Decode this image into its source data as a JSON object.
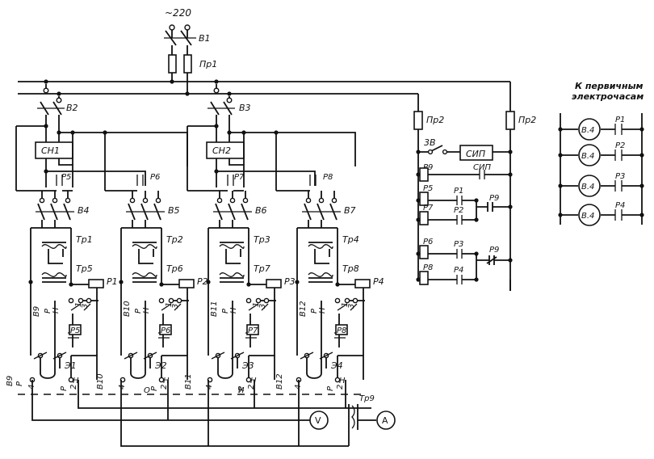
{
  "supply": {
    "voltage": "~220",
    "switch": "B1",
    "fuse": "Пр1"
  },
  "main_switches": [
    "B2",
    "B3"
  ],
  "stabilizers": [
    "CH1",
    "CH2"
  ],
  "group_switches": [
    "B4",
    "B5",
    "B6",
    "B7"
  ],
  "transformers_upper": [
    "Тр1",
    "Тр2",
    "Тр3",
    "Тр4"
  ],
  "transformers_lower": [
    "Тр5",
    "Тр6",
    "Тр7",
    "Тр8"
  ],
  "relays": [
    "P1",
    "P2",
    "P3",
    "P4"
  ],
  "relay_contacts_top": [
    "P5",
    "P6",
    "P7",
    "P8"
  ],
  "relay_contacts_bottom": [
    "P5",
    "P6",
    "P7",
    "P8"
  ],
  "selector_switches": [
    "B9",
    "B10",
    "B11",
    "B12"
  ],
  "rn_labels": [
    "Р",
    "Н"
  ],
  "terminal_labels": [
    "1",
    "3",
    "1",
    "2",
    "4"
  ],
  "clocks": [
    "Э1",
    "Э2",
    "Э3",
    "Э4"
  ],
  "bottom_switches": [
    "B9",
    "B10",
    "B11",
    "B12"
  ],
  "bottom_rn": [
    "Р",
    "Н"
  ],
  "bottom_extra": {
    "o_label": "О",
    "i_label": "И"
  },
  "meters": {
    "voltmeter": "V",
    "ammeter": "A",
    "transformer": "Тр9"
  },
  "signal_circuit": {
    "fuses": [
      "Пр2",
      "Пр2"
    ],
    "switch": "3B",
    "device": "СИП",
    "device_contact": "СИП",
    "relay_main": "P9",
    "relay_coils": [
      "P5",
      "P7",
      "P6",
      "P8"
    ],
    "contacts": [
      "P1",
      "P2",
      "P3",
      "P4"
    ],
    "p9_contacts": [
      "P9",
      "P9"
    ]
  },
  "secondary_clocks": {
    "title_line1": "К первичным",
    "title_line2": "электрочасам",
    "clock_label": "B.4",
    "contacts": [
      "P1",
      "P2",
      "P3",
      "P4"
    ]
  }
}
